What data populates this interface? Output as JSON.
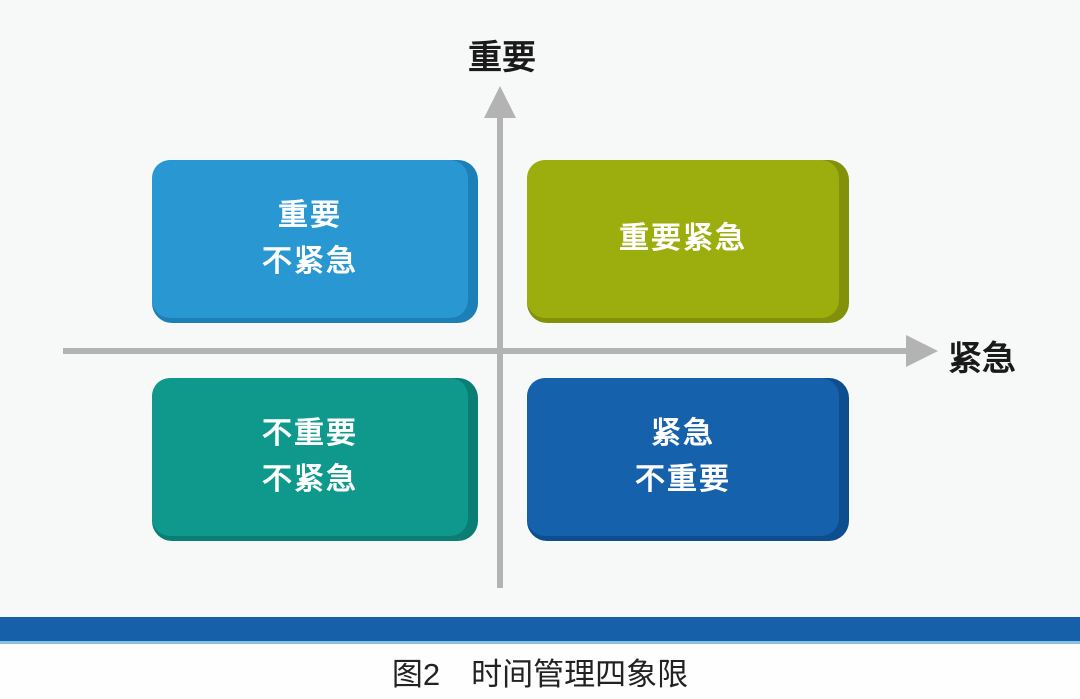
{
  "axes": {
    "y_label": "重要",
    "x_label": "紧急",
    "line_color": "#b3b3b3"
  },
  "quadrants": [
    {
      "id": "important-not-urgent",
      "position": "top-left",
      "lines": [
        "重要",
        "不紧急"
      ],
      "face_color": "#2997d1",
      "edge_color": "#1c7fb6"
    },
    {
      "id": "important-urgent",
      "position": "top-right",
      "lines": [
        "重要紧急"
      ],
      "face_color": "#9cae0e",
      "edge_color": "#83910a"
    },
    {
      "id": "not-important-not-urgent",
      "position": "bottom-left",
      "lines": [
        "不重要",
        "不紧急"
      ],
      "face_color": "#0f998c",
      "edge_color": "#0a7e73"
    },
    {
      "id": "urgent-not-important",
      "position": "bottom-right",
      "lines": [
        "紧急",
        "不重要"
      ],
      "face_color": "#1561ac",
      "edge_color": "#0d4e8f"
    }
  ],
  "divider": {
    "color": "#1560a8",
    "bottom_edge_color": "#8bc0e0"
  },
  "caption": "图2　时间管理四象限",
  "background_color": "#f7f8f8",
  "text_color_on_cards": "#ffffff"
}
